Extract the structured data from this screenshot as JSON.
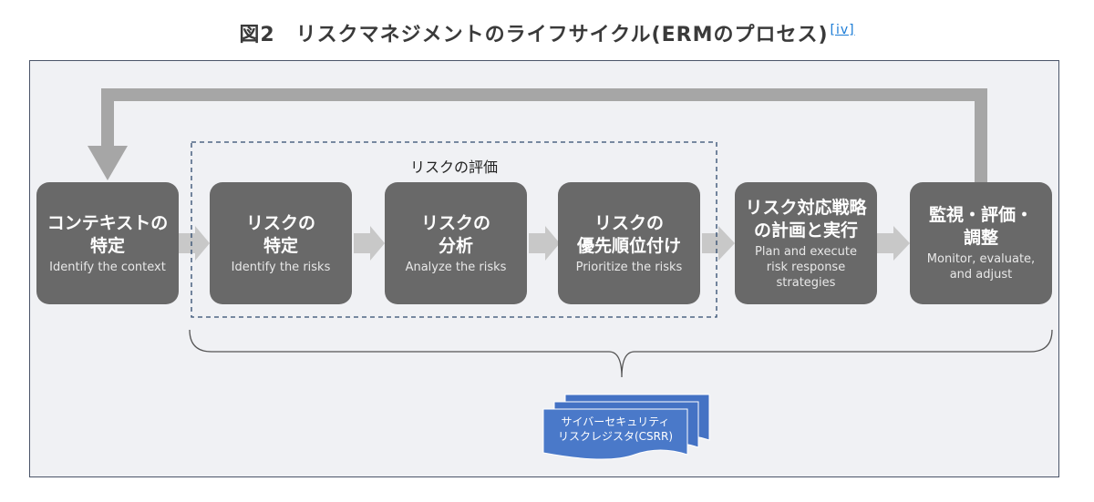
{
  "header": {
    "title": "図2　リスクマネジメントのライフサイクル(ERMのプロセス)",
    "ref_link": "[iv]"
  },
  "diagram": {
    "evaluation_group_label": "リスクの評価",
    "steps": [
      {
        "jp": "コンテキストの\n特定",
        "en": "Identify the context"
      },
      {
        "jp": "リスクの\n特定",
        "en": "Identify the risks"
      },
      {
        "jp": "リスクの\n分析",
        "en": "Analyze the risks"
      },
      {
        "jp": "リスクの\n優先順位付け",
        "en": "Prioritize the risks"
      },
      {
        "jp": "リスク対応戦略\nの計画と実行",
        "en": "Plan and execute\nrisk response\nstrategies"
      },
      {
        "jp": "監視・評価・\n調整",
        "en": "Monitor, evaluate,\nand adjust"
      }
    ],
    "register_label": "サイバーセキュリティ\nリスクレジスタ(CSRR)",
    "colors": {
      "box": "#696969",
      "arrow": "#a6a6a6",
      "panel": "#f0f1f4",
      "register": "#4472c4",
      "link": "#1a7bd6"
    }
  }
}
